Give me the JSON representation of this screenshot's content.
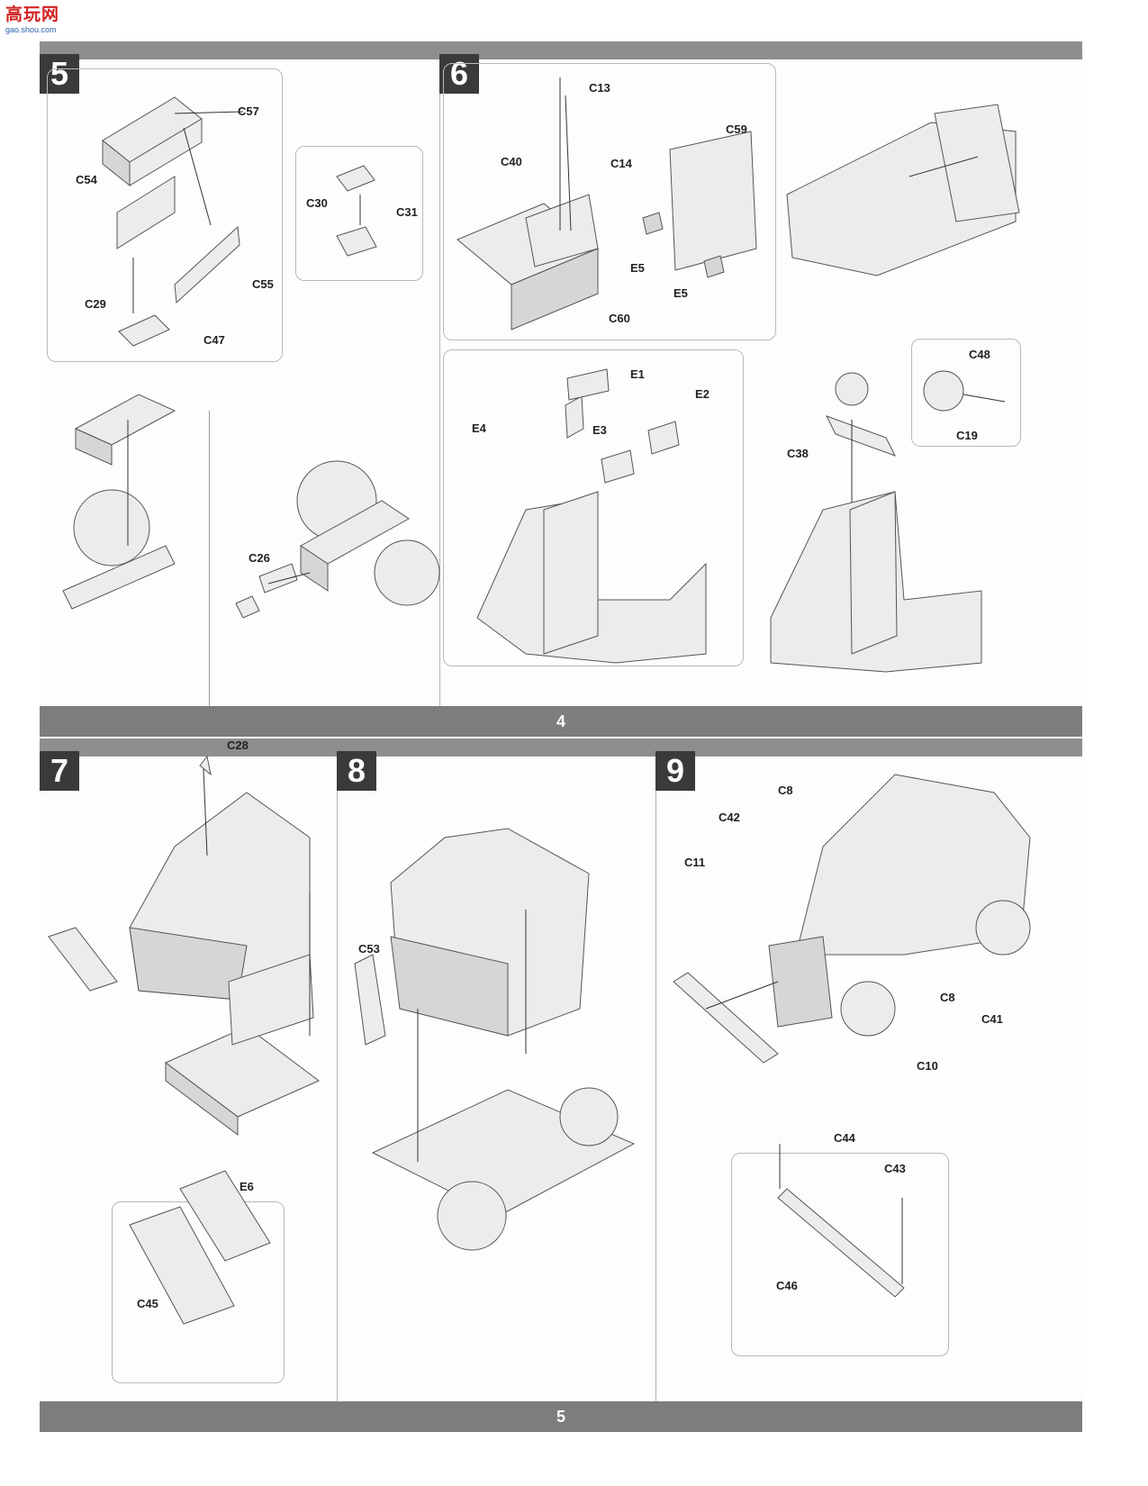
{
  "watermark": {
    "brand": "高玩网",
    "url": "gao.shou.com"
  },
  "pages": [
    {
      "page_number": "4"
    },
    {
      "page_number": "5"
    }
  ],
  "steps": {
    "s5": {
      "number": "5",
      "parts": {
        "c57": "C57",
        "c54": "C54",
        "c55": "C55",
        "c29": "C29",
        "c47": "C47",
        "c30": "C30",
        "c31": "C31",
        "c26": "C26"
      }
    },
    "s6": {
      "number": "6",
      "parts": {
        "c13": "C13",
        "c40": "C40",
        "c14": "C14",
        "c59": "C59",
        "e5a": "E5",
        "e5b": "E5",
        "c60": "C60",
        "e1": "E1",
        "e4": "E4",
        "e2": "E2",
        "e3": "E3",
        "c48": "C48",
        "c19": "C19",
        "c38": "C38"
      }
    },
    "s7": {
      "number": "7",
      "parts": {
        "c28": "C28",
        "e6": "E6",
        "c45": "C45"
      }
    },
    "s8": {
      "number": "8",
      "parts": {
        "c53": "C53"
      }
    },
    "s9": {
      "number": "9",
      "parts": {
        "c8a": "C8",
        "c42": "C42",
        "c11": "C11",
        "c8b": "C8",
        "c41": "C41",
        "c10": "C10",
        "c44": "C44",
        "c43": "C43",
        "c46": "C46"
      }
    }
  }
}
